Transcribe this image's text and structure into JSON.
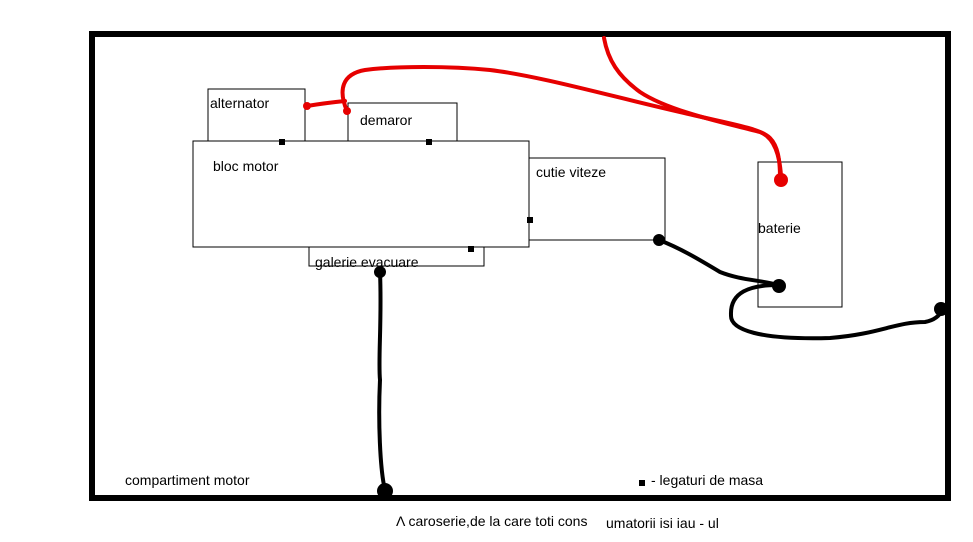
{
  "labels": {
    "alternator": "alternator",
    "demaror": "demaror",
    "bloc_motor": "bloc motor",
    "cutie_viteze": "cutie viteze",
    "baterie": "baterie",
    "galerie": "galerie evacuare",
    "compartiment": "compartiment motor",
    "legend": "- legaturi de masa",
    "bottom_a": "Λ caroserie,de la care toti cons",
    "bottom_b": "umatorii isi iau - ul"
  },
  "colors": {
    "frame": "#000000",
    "positive_wire": "#e60000",
    "ground_wire": "#000000"
  }
}
